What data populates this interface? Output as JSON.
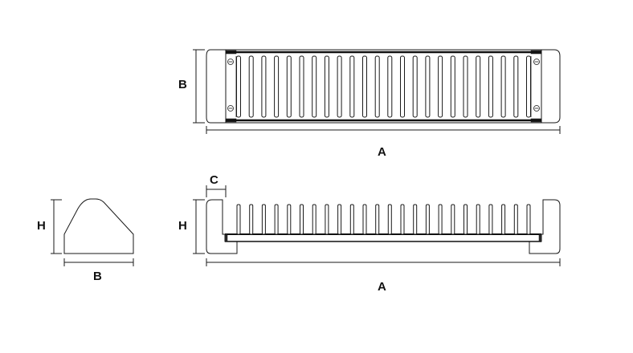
{
  "diagram": {
    "top_view": {
      "label_width": "B",
      "label_length": "A"
    },
    "side_view": {
      "label_height": "H",
      "label_length": "A",
      "label_slot": "C"
    },
    "end_view": {
      "label_height": "H",
      "label_width": "B"
    },
    "colors": {
      "line": "#1a1a1a",
      "background": "#ffffff"
    },
    "slot_count": 24
  }
}
